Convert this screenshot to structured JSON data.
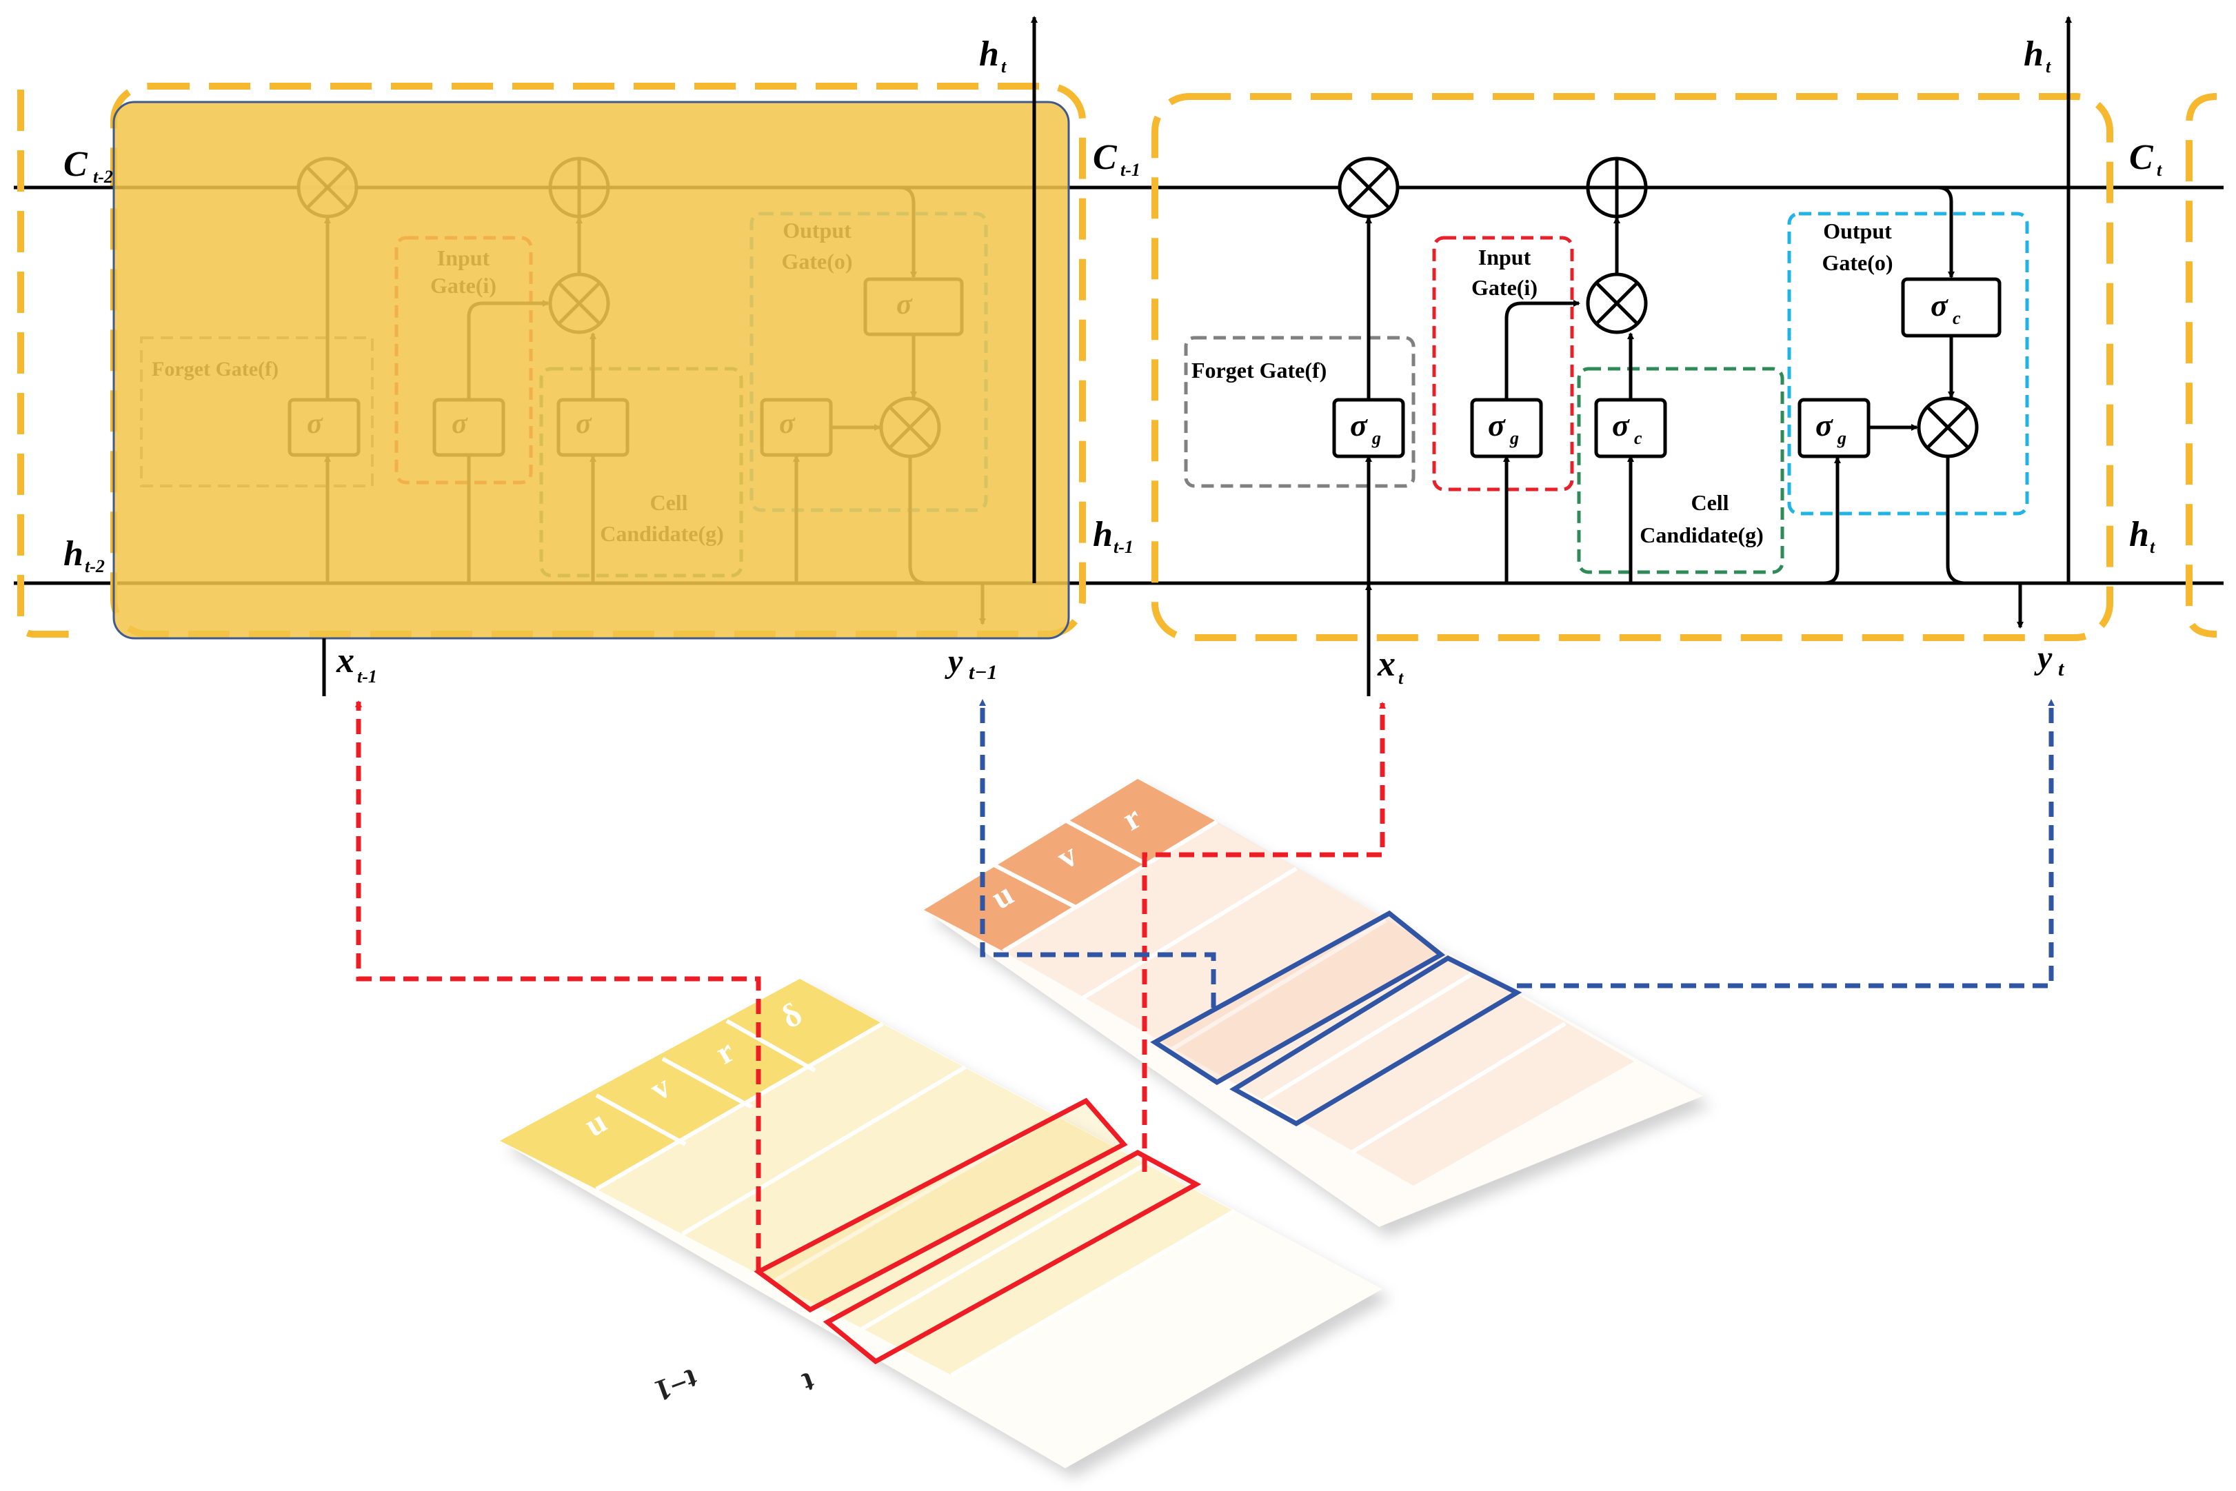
{
  "labels": {
    "c_t2": "C",
    "c_t2_sub": "t-2",
    "c_t1": "C",
    "c_t1_sub": "t-1",
    "c_t": "C",
    "c_t_sub": "t",
    "h_t2": "h",
    "h_t2_sub": "t-2",
    "h_t1": "h",
    "h_t1_sub": "t-1",
    "h_t_mid": "h",
    "h_t_mid_sub": "t",
    "h_t_top1": "h",
    "h_t_top1_sub": "t",
    "h_t_top2": "h",
    "h_t_top2_sub": "t",
    "x_t1": "x",
    "x_t1_sub": "t-1",
    "x_t": "x",
    "x_t_sub": "t",
    "y_t1": "y",
    "y_t1_sub": "t−1",
    "y_t": "y",
    "y_t_sub": "t"
  },
  "gates": {
    "forget": "Forget Gate(f)",
    "input_l1": "Input",
    "input_l2": "Gate(i)",
    "output_l1": "Output",
    "output_l2": "Gate(o)",
    "cell_l1": "Cell",
    "cell_l2": "Candidate(g)"
  },
  "symbols": {
    "sigma": "σ",
    "sub_g": "g",
    "sub_c": "c"
  },
  "tables": {
    "left_headers": [
      "u",
      "v",
      "r",
      "δ"
    ],
    "right_headers": [
      "u",
      "v",
      "r"
    ],
    "row_label_1": "t−1",
    "row_label_2": "t"
  },
  "colors": {
    "overlay": "#f2c54b",
    "cell_border": "#f5b82e",
    "forget_border": "#808080",
    "input_border": "#e8202a",
    "output_border": "#1fb3e6",
    "candidate_border": "#2e8b57",
    "red_link": "#ee1c24",
    "blue_link": "#2f55a4",
    "left_table": "#f8dd72",
    "right_table": "#f3a977"
  }
}
